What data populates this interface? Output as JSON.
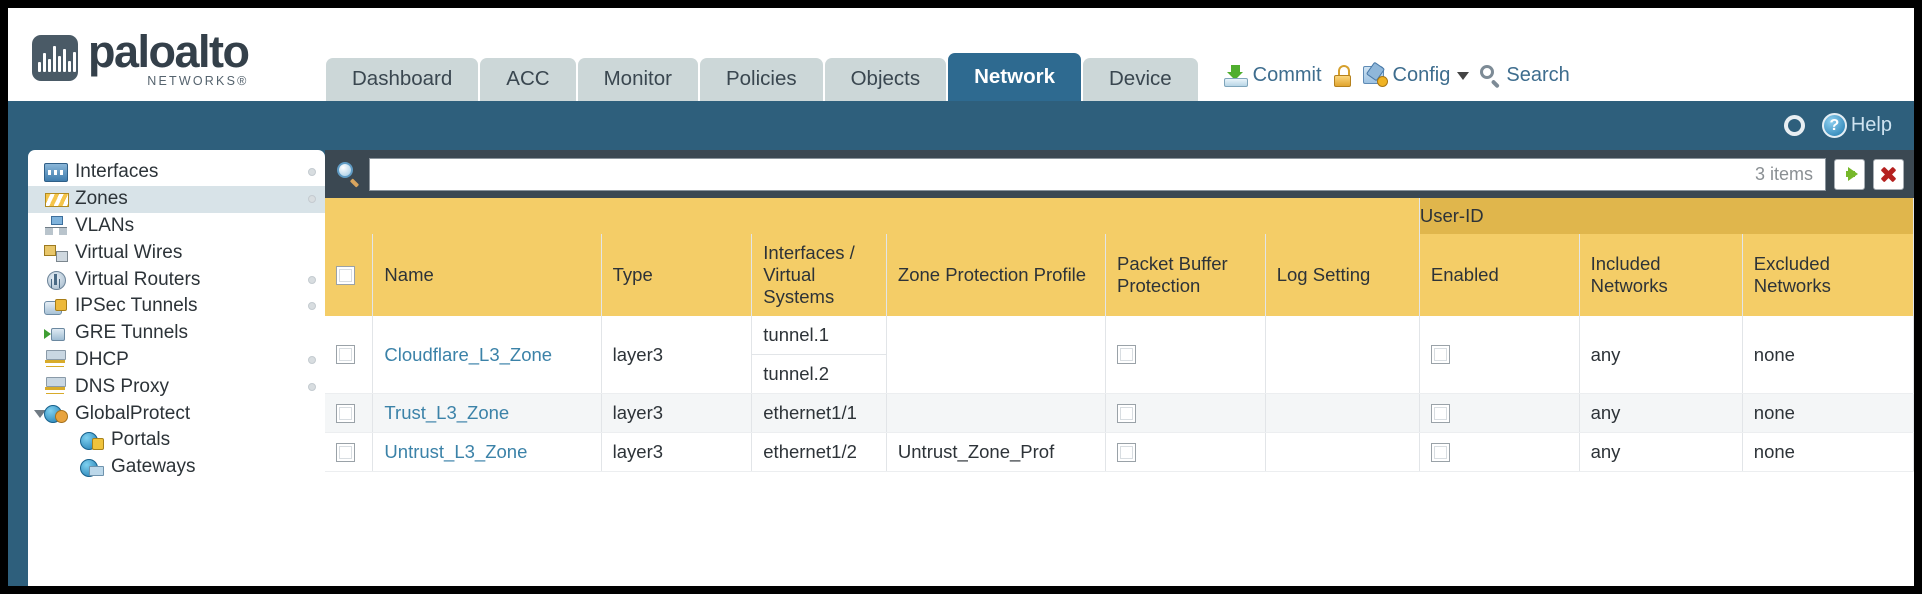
{
  "brand": {
    "name_main": "paloalto",
    "name_sub": "NETWORKS®"
  },
  "header": {
    "tabs": [
      {
        "label": "Dashboard",
        "active": false
      },
      {
        "label": "ACC",
        "active": false
      },
      {
        "label": "Monitor",
        "active": false
      },
      {
        "label": "Policies",
        "active": false
      },
      {
        "label": "Objects",
        "active": false
      },
      {
        "label": "Network",
        "active": true
      },
      {
        "label": "Device",
        "active": false
      }
    ],
    "actions": {
      "commit": "Commit",
      "config": "Config",
      "search": "Search"
    },
    "utility": {
      "help": "Help",
      "help_glyph": "?"
    }
  },
  "sidebar": {
    "items": [
      {
        "label": "Interfaces",
        "icon": "interfaces-icon",
        "selected": false,
        "dot": true,
        "child": false,
        "expander": false
      },
      {
        "label": "Zones",
        "icon": "zones-icon",
        "selected": true,
        "dot": true,
        "child": false,
        "expander": false
      },
      {
        "label": "VLANs",
        "icon": "vlans-icon",
        "selected": false,
        "dot": false,
        "child": false,
        "expander": false
      },
      {
        "label": "Virtual Wires",
        "icon": "virtual-wires-icon",
        "selected": false,
        "dot": false,
        "child": false,
        "expander": false
      },
      {
        "label": "Virtual Routers",
        "icon": "virtual-routers-icon",
        "selected": false,
        "dot": true,
        "child": false,
        "expander": false
      },
      {
        "label": "IPSec Tunnels",
        "icon": "ipsec-tunnels-icon",
        "selected": false,
        "dot": true,
        "child": false,
        "expander": false
      },
      {
        "label": "GRE Tunnels",
        "icon": "gre-tunnels-icon",
        "selected": false,
        "dot": false,
        "child": false,
        "expander": false
      },
      {
        "label": "DHCP",
        "icon": "dhcp-icon",
        "selected": false,
        "dot": true,
        "child": false,
        "expander": false
      },
      {
        "label": "DNS Proxy",
        "icon": "dns-proxy-icon",
        "selected": false,
        "dot": true,
        "child": false,
        "expander": false
      },
      {
        "label": "GlobalProtect",
        "icon": "globalprotect-icon",
        "selected": false,
        "dot": false,
        "child": false,
        "expander": true
      },
      {
        "label": "Portals",
        "icon": "portals-icon",
        "selected": false,
        "dot": false,
        "child": true,
        "expander": false
      },
      {
        "label": "Gateways",
        "icon": "gateways-icon",
        "selected": false,
        "dot": false,
        "child": true,
        "expander": false
      }
    ]
  },
  "search_bar": {
    "value": "",
    "items_count": "3 items"
  },
  "table": {
    "group_header": "User-ID",
    "columns": [
      "Name",
      "Type",
      "Interfaces / Virtual Systems",
      "Zone Protection Profile",
      "Packet Buffer Protection",
      "Log Setting",
      "Enabled",
      "Included Networks",
      "Excluded Networks"
    ],
    "rows": [
      {
        "name": "Cloudflare_L3_Zone",
        "type": "layer3",
        "interfaces": [
          "tunnel.1",
          "tunnel.2"
        ],
        "zone_protection_profile": "",
        "packet_buffer_protection": false,
        "log_setting": "",
        "userid_enabled": false,
        "included_networks": "any",
        "excluded_networks": "none"
      },
      {
        "name": "Trust_L3_Zone",
        "type": "layer3",
        "interfaces": [
          "ethernet1/1"
        ],
        "zone_protection_profile": "",
        "packet_buffer_protection": false,
        "log_setting": "",
        "userid_enabled": false,
        "included_networks": "any",
        "excluded_networks": "none"
      },
      {
        "name": "Untrust_L3_Zone",
        "type": "layer3",
        "interfaces": [
          "ethernet1/2"
        ],
        "zone_protection_profile": "Untrust_Zone_Prof",
        "packet_buffer_protection": false,
        "log_setting": "",
        "userid_enabled": false,
        "included_networks": "any",
        "excluded_networks": "none"
      }
    ]
  },
  "colors": {
    "header_bg": "#ffffff",
    "chrome_blue": "#2e5f7c",
    "active_tab": "#2e6a90",
    "tab_bg": "#ccd7d8",
    "table_header": "#f4cd67",
    "table_group_header": "#e0b64c",
    "link_blue": "#3b82a8",
    "search_row": "#3b4852"
  }
}
